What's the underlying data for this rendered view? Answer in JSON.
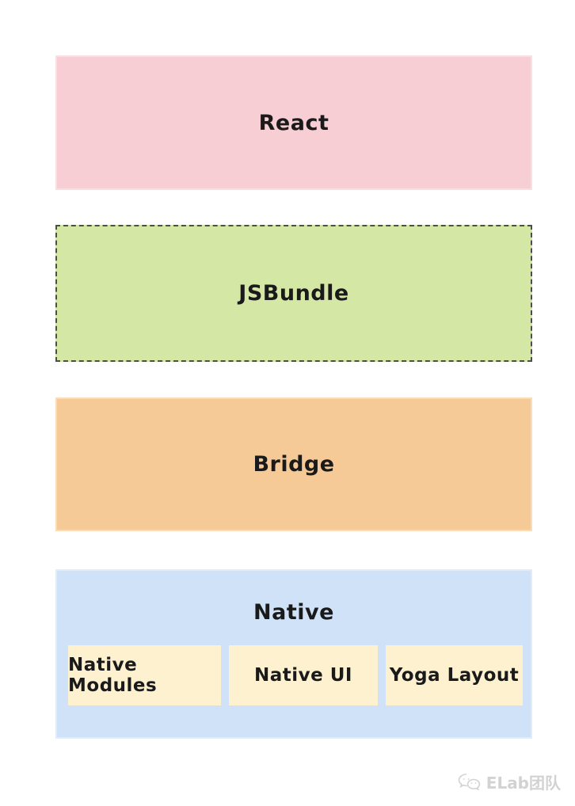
{
  "page": {
    "background_color": "#ffffff",
    "text_color": "#1a1a1a"
  },
  "diagram": {
    "layers": {
      "react": {
        "label": "React",
        "fill": "#f7ced3",
        "border_style": "solid"
      },
      "jsbundle": {
        "label": "JSBundle",
        "fill": "#d5e7a4",
        "border_style": "dashed",
        "border_color": "#4d4d4d"
      },
      "bridge": {
        "label": "Bridge",
        "fill": "#f6ca96",
        "border_style": "solid"
      },
      "native": {
        "label": "Native",
        "fill": "#d0e2f8",
        "border_style": "solid",
        "children": [
          {
            "label": "Native Modules",
            "fill": "#fdf1d0"
          },
          {
            "label": "Native UI",
            "fill": "#fdf1d0"
          },
          {
            "label": "Yoga Layout",
            "fill": "#fdf1d0"
          }
        ]
      }
    }
  },
  "watermark": {
    "icon": "wechat-icon",
    "label": "ELab团队",
    "color": "#d2d2d2"
  }
}
